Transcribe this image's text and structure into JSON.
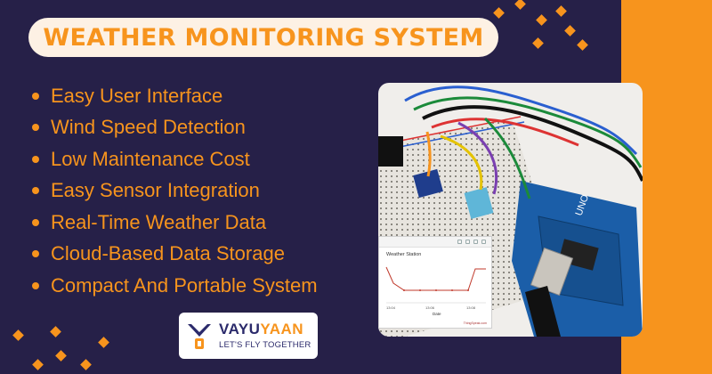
{
  "title": "WEATHER MONITORING SYSTEM",
  "features": [
    "Easy User Interface",
    "Wind Speed Detection",
    "Low Maintenance Cost",
    "Easy Sensor Integration",
    "Real-Time Weather Data",
    "Cloud-Based Data Storage",
    "Compact And Portable System"
  ],
  "photo": {
    "board_label": "UNO",
    "panel_title": "Weather Station",
    "panel_x_ticks": [
      "13:04",
      "13:06",
      "13:08"
    ],
    "panel_xlabel": "Date",
    "panel_footer": "ThingSpeak.com"
  },
  "logo": {
    "name_part1": "VAYU",
    "name_part2": "YAAN",
    "tagline": "LET'S FLY TOGETHER"
  },
  "colors": {
    "background": "#262048",
    "accent": "#f7941d",
    "pill": "#fdf1e4",
    "logo_navy": "#2b2a6b"
  }
}
